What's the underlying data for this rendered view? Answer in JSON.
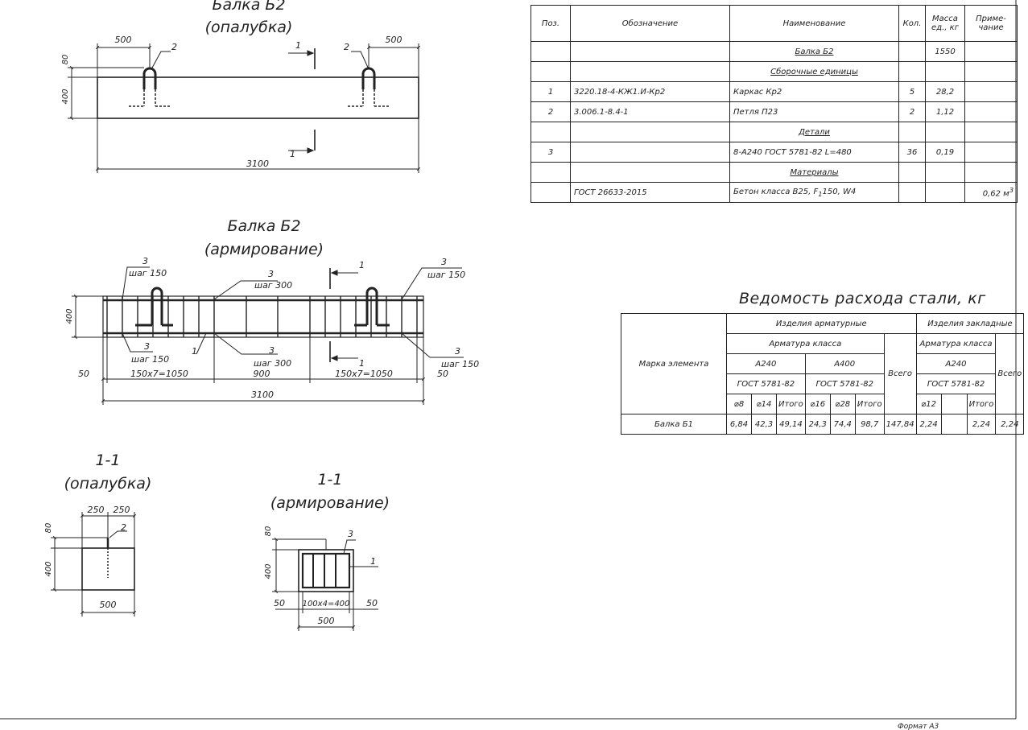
{
  "drawing": {
    "title_formwork": "Балка Б2",
    "subtitle_formwork": "(опалубка)",
    "title_reinf": "Балка Б2",
    "subtitle_reinf": "(армирование)",
    "title_sec_form": "1-1",
    "subtitle_sec_form": "(опалубка)",
    "title_sec_reinf": "1-1",
    "subtitle_sec_reinf": "(армирование)",
    "dim_500": "500",
    "dim_80": "80",
    "dim_400": "400",
    "dim_3100": "3100",
    "dim_250": "250",
    "dim_50": "50",
    "dim_1050": "150x7=1050",
    "dim_900": "900",
    "dim_100x4": "100x4=400",
    "mark_1": "1",
    "mark_2": "2",
    "mark_3": "3",
    "step_150": "шаг 150",
    "step_300": "шаг 300",
    "format": "Формат А3"
  },
  "spec": {
    "headers": {
      "pos": "Поз.",
      "designation": "Обозначение",
      "name": "Наименование",
      "qty": "Кол.",
      "mass_a": "Масса",
      "mass_b": "ед., кг",
      "note_a": "Приме-",
      "note_b": "чание"
    },
    "rows": [
      {
        "pos": "",
        "designation": "",
        "name": "Балка Б2",
        "qty": "",
        "mass": "1550",
        "note": ""
      },
      {
        "pos": "",
        "designation": "",
        "name": "Сборочные единицы",
        "qty": "",
        "mass": "",
        "note": ""
      },
      {
        "pos": "1",
        "designation": "3220.18-4-КЖ1.И-Кр2",
        "name": "Каркас Кр2",
        "qty": "5",
        "mass": "28,2",
        "note": ""
      },
      {
        "pos": "2",
        "designation": "3.006.1-8.4-1",
        "name": "Петля П23",
        "qty": "2",
        "mass": "1,12",
        "note": ""
      },
      {
        "pos": "",
        "designation": "",
        "name": "Детали",
        "qty": "",
        "mass": "",
        "note": ""
      },
      {
        "pos": "3",
        "designation": "",
        "name": "8-А240 ГОСТ 5781-82 L=480",
        "qty": "36",
        "mass": "0,19",
        "note": ""
      },
      {
        "pos": "",
        "designation": "",
        "name": "Материалы",
        "qty": "",
        "mass": "",
        "note": ""
      },
      {
        "pos": "",
        "designation": "ГОСТ 26633-2015",
        "name_a": "Бетон класса В25, F",
        "name_sub": "1",
        "name_b": "150, W4",
        "qty": "",
        "mass": "",
        "note": "0,62 м",
        "note_sup": "3"
      }
    ]
  },
  "steel": {
    "title": "Ведомость расхода стали, кг",
    "mark_header": "Марка элемента",
    "armature_items": "Изделия арматурные",
    "embedded_items": "Изделия закладные",
    "armature_class": "Арматура класса",
    "a240": "А240",
    "a400": "А400",
    "gost": "ГОСТ 5781-82",
    "total": "Всего",
    "itogo": "Итого",
    "d8": "⌀8",
    "d14": "⌀14",
    "d16": "⌀16",
    "d28": "⌀28",
    "d12": "⌀12",
    "row": {
      "mark": "Балка Б1",
      "d8": "6,84",
      "d14": "42,3",
      "itogo1": "49,14",
      "d16": "24,3",
      "d28": "74,4",
      "itogo2": "98,7",
      "total1": "147,84",
      "d12": "2,24",
      "blank": "",
      "itogo3": "2,24",
      "total2": "2,24"
    }
  }
}
